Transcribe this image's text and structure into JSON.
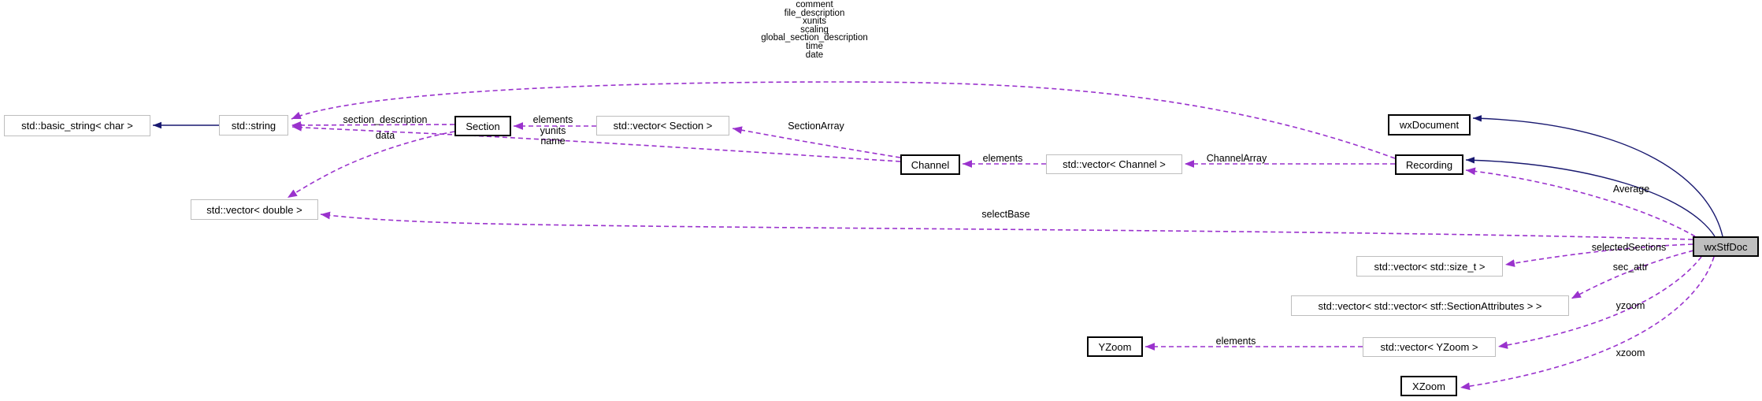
{
  "diagram": {
    "colors": {
      "background": "#ffffff",
      "inheritance_edge": "#191970",
      "usage_edge": "#9a32cd",
      "documented_node_border": "#000000",
      "external_node_border": "#bebebe",
      "focus_node_fill": "#bfbfbf",
      "node_fill": "#ffffff",
      "text": "#000000"
    },
    "nodes": [
      {
        "label": "std::basic_string< char >",
        "style": "external"
      },
      {
        "label": "std::string",
        "style": "external"
      },
      {
        "label": "Section",
        "style": "documented"
      },
      {
        "label": "std::vector< Section >",
        "style": "external"
      },
      {
        "label": "Channel",
        "style": "documented"
      },
      {
        "label": "std::vector< Channel >",
        "style": "external"
      },
      {
        "label": "wxDocument",
        "style": "documented"
      },
      {
        "label": "Recording",
        "style": "documented"
      },
      {
        "label": "wxStfDoc",
        "style": "focus"
      },
      {
        "label": "std::vector< double >",
        "style": "external"
      },
      {
        "label": "std::vector< std::size_t >",
        "style": "external"
      },
      {
        "label": "std::vector< std::vector< stf::SectionAttributes > >",
        "style": "external"
      },
      {
        "label": "YZoom",
        "style": "documented"
      },
      {
        "label": "std::vector< YZoom >",
        "style": "external"
      },
      {
        "label": "XZoom",
        "style": "documented"
      }
    ],
    "labels": {
      "recording_members": [
        "comment",
        "file_description",
        "xunits",
        "scaling",
        "global_section_description",
        "time",
        "date"
      ],
      "section_description": "section_description",
      "data": "data",
      "elements_section": "elements",
      "yunits_name": [
        "yunits",
        "name"
      ],
      "section_array": "SectionArray",
      "elements_channel": "elements",
      "channel_array": "ChannelArray",
      "average": "Average",
      "select_base": "selectBase",
      "selected_sections": "selectedSections",
      "sec_attr": "sec_attr",
      "yzoom": "yzoom",
      "elements_yzoom": "elements",
      "xzoom": "xzoom"
    },
    "edges": [
      {
        "from": "std::string",
        "to": "std::basic_string< char >",
        "type": "inheritance"
      },
      {
        "from": "wxStfDoc",
        "to": "wxDocument",
        "type": "inheritance"
      },
      {
        "from": "wxStfDoc",
        "to": "Recording",
        "type": "inheritance"
      },
      {
        "from": "Recording",
        "to": "std::string",
        "type": "usage",
        "label": "comment file_description xunits scaling global_section_description time date"
      },
      {
        "from": "Section",
        "to": "std::string",
        "type": "usage",
        "label": "section_description"
      },
      {
        "from": "Channel",
        "to": "std::string",
        "type": "usage",
        "label": "yunits name"
      },
      {
        "from": "Section",
        "to": "std::vector< double >",
        "type": "usage",
        "label": "data"
      },
      {
        "from": "std::vector< Section >",
        "to": "Section",
        "type": "usage",
        "label": "elements"
      },
      {
        "from": "Channel",
        "to": "std::vector< Section >",
        "type": "usage",
        "label": "SectionArray"
      },
      {
        "from": "std::vector< Channel >",
        "to": "Channel",
        "type": "usage",
        "label": "elements"
      },
      {
        "from": "Recording",
        "to": "std::vector< Channel >",
        "type": "usage",
        "label": "ChannelArray"
      },
      {
        "from": "wxStfDoc",
        "to": "Recording",
        "type": "usage",
        "label": "Average"
      },
      {
        "from": "wxStfDoc",
        "to": "std::vector< double >",
        "type": "usage",
        "label": "selectBase"
      },
      {
        "from": "wxStfDoc",
        "to": "std::vector< std::size_t >",
        "type": "usage",
        "label": "selectedSections"
      },
      {
        "from": "wxStfDoc",
        "to": "std::vector< std::vector< stf::SectionAttributes > >",
        "type": "usage",
        "label": "sec_attr"
      },
      {
        "from": "wxStfDoc",
        "to": "std::vector< YZoom >",
        "type": "usage",
        "label": "yzoom"
      },
      {
        "from": "wxStfDoc",
        "to": "XZoom",
        "type": "usage",
        "label": "xzoom"
      },
      {
        "from": "std::vector< YZoom >",
        "to": "YZoom",
        "type": "usage",
        "label": "elements"
      }
    ]
  }
}
